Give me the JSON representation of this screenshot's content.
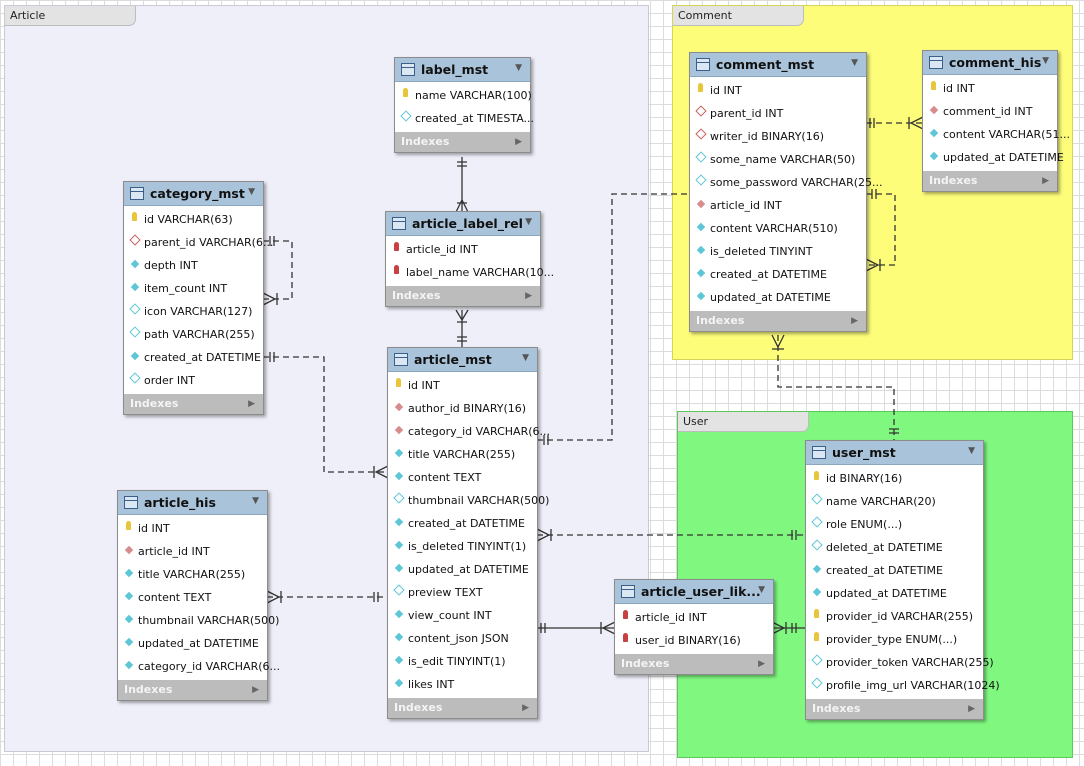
{
  "layers": {
    "article": "Article",
    "comment": "Comment",
    "user": "User"
  },
  "indexes_label": "Indexes",
  "tables": [
    {
      "id": "label_mst",
      "name": "label_mst",
      "columns": [
        {
          "text": "name VARCHAR(100)",
          "key": "pk"
        },
        {
          "text": "created_at TIMESTA...",
          "key": "col"
        }
      ]
    },
    {
      "id": "category_mst",
      "name": "category_mst",
      "columns": [
        {
          "text": "id VARCHAR(63)",
          "key": "pk"
        },
        {
          "text": "parent_id VARCHAR(6...",
          "key": "fkdo"
        },
        {
          "text": "depth INT",
          "key": "nn"
        },
        {
          "text": "item_count INT",
          "key": "nn"
        },
        {
          "text": "icon VARCHAR(127)",
          "key": "col"
        },
        {
          "text": "path VARCHAR(255)",
          "key": "col"
        },
        {
          "text": "created_at DATETIME",
          "key": "nn"
        },
        {
          "text": "order INT",
          "key": "col"
        }
      ]
    },
    {
      "id": "article_label_rel",
      "name": "article_label_rel",
      "columns": [
        {
          "text": "article_id INT",
          "key": "pkfk"
        },
        {
          "text": "label_name VARCHAR(10...",
          "key": "pkfk"
        }
      ]
    },
    {
      "id": "article_mst",
      "name": "article_mst",
      "columns": [
        {
          "text": "id INT",
          "key": "pk"
        },
        {
          "text": "author_id BINARY(16)",
          "key": "fkd"
        },
        {
          "text": "category_id VARCHAR(6...",
          "key": "fkd"
        },
        {
          "text": "title VARCHAR(255)",
          "key": "nn"
        },
        {
          "text": "content TEXT",
          "key": "nn"
        },
        {
          "text": "thumbnail VARCHAR(500)",
          "key": "col"
        },
        {
          "text": "created_at DATETIME",
          "key": "nn"
        },
        {
          "text": "is_deleted TINYINT(1)",
          "key": "nn"
        },
        {
          "text": "updated_at DATETIME",
          "key": "nn"
        },
        {
          "text": "preview TEXT",
          "key": "col"
        },
        {
          "text": "view_count INT",
          "key": "nn"
        },
        {
          "text": "content_json JSON",
          "key": "nn"
        },
        {
          "text": "is_edit TINYINT(1)",
          "key": "nn"
        },
        {
          "text": "likes INT",
          "key": "nn"
        }
      ]
    },
    {
      "id": "article_his",
      "name": "article_his",
      "columns": [
        {
          "text": "id INT",
          "key": "pk"
        },
        {
          "text": "article_id INT",
          "key": "fkd"
        },
        {
          "text": "title VARCHAR(255)",
          "key": "nn"
        },
        {
          "text": "content TEXT",
          "key": "nn"
        },
        {
          "text": "thumbnail VARCHAR(500)",
          "key": "nn"
        },
        {
          "text": "updated_at DATETIME",
          "key": "nn"
        },
        {
          "text": "category_id VARCHAR(6...",
          "key": "nn"
        }
      ]
    },
    {
      "id": "article_user_like",
      "name": "article_user_lik...",
      "columns": [
        {
          "text": "article_id INT",
          "key": "pkfk"
        },
        {
          "text": "user_id BINARY(16)",
          "key": "pkfk"
        }
      ]
    },
    {
      "id": "comment_mst",
      "name": "comment_mst",
      "columns": [
        {
          "text": "id INT",
          "key": "pk"
        },
        {
          "text": "parent_id INT",
          "key": "fkdo"
        },
        {
          "text": "writer_id BINARY(16)",
          "key": "fkdo"
        },
        {
          "text": "some_name VARCHAR(50)",
          "key": "col"
        },
        {
          "text": "some_password VARCHAR(25...",
          "key": "col"
        },
        {
          "text": "article_id INT",
          "key": "fkd"
        },
        {
          "text": "content VARCHAR(510)",
          "key": "nn"
        },
        {
          "text": "is_deleted TINYINT",
          "key": "nn"
        },
        {
          "text": "created_at DATETIME",
          "key": "nn"
        },
        {
          "text": "updated_at DATETIME",
          "key": "nn"
        }
      ]
    },
    {
      "id": "comment_his",
      "name": "comment_his",
      "columns": [
        {
          "text": "id INT",
          "key": "pk"
        },
        {
          "text": "comment_id INT",
          "key": "fkd"
        },
        {
          "text": "content VARCHAR(51...",
          "key": "nn"
        },
        {
          "text": "updated_at DATETIME",
          "key": "nn"
        }
      ]
    },
    {
      "id": "user_mst",
      "name": "user_mst",
      "columns": [
        {
          "text": "id BINARY(16)",
          "key": "pk"
        },
        {
          "text": "name VARCHAR(20)",
          "key": "col"
        },
        {
          "text": "role ENUM(...)",
          "key": "col"
        },
        {
          "text": "deleted_at DATETIME",
          "key": "col"
        },
        {
          "text": "created_at DATETIME",
          "key": "nn"
        },
        {
          "text": "updated_at DATETIME",
          "key": "nn"
        },
        {
          "text": "provider_id VARCHAR(255)",
          "key": "pk"
        },
        {
          "text": "provider_type ENUM(...)",
          "key": "pk"
        },
        {
          "text": "provider_token VARCHAR(255)",
          "key": "col"
        },
        {
          "text": "profile_img_url VARCHAR(1024)",
          "key": "col"
        }
      ]
    }
  ]
}
